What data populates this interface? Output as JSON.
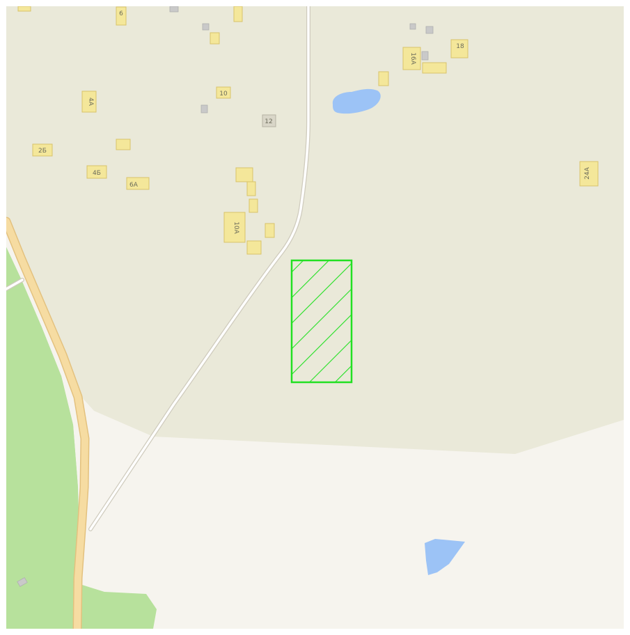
{
  "map": {
    "colors": {
      "residential_area": "#eae9d9",
      "open_land": "#f6f4ee",
      "forest": "#b7e19c",
      "water": "#9cc3f6",
      "main_road_fill": "#f6dca2",
      "main_road_casing": "#e3c17e",
      "track": "#ffffff",
      "track_casing": "#cfcbbd",
      "building": "#f4e79a",
      "building_outline": "#d8c36a",
      "outbuilding": "#c9c9c9",
      "highlight_parcel": "#22e022"
    },
    "house_numbers": [
      "6",
      "10",
      "12",
      "4А",
      "2Б",
      "4Б",
      "6А",
      "10А",
      "16А",
      "18",
      "24А"
    ],
    "highlight": {
      "shape": "rectangle",
      "fill_pattern": "diagonal-hatch"
    }
  }
}
